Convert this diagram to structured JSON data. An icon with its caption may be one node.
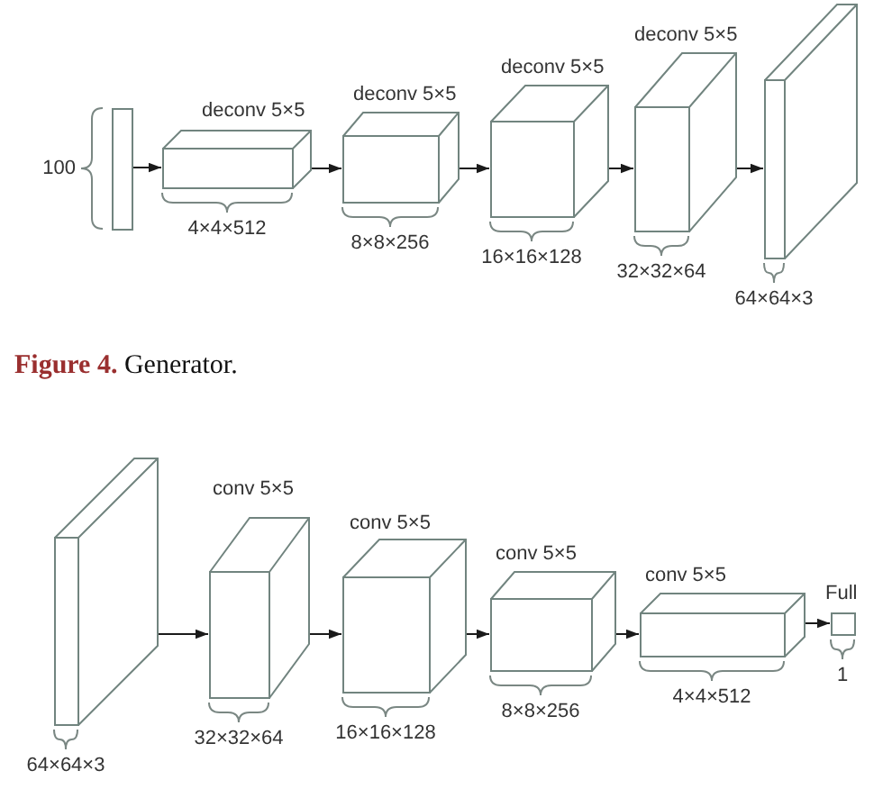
{
  "diagram": {
    "caption": "**Figure 4.** Generator.",
    "nodes": [
      {
        "text": [],
        "shape": "bar",
        "beside": [
          "100"
        ]
      },
      {
        "text": [],
        "shape": "box",
        "beside": [
          "deconv 5×5",
          "4×4×512"
        ]
      },
      {
        "text": [],
        "shape": "box",
        "beside": [
          "deconv 5×5",
          "8×8×256"
        ]
      },
      {
        "text": [],
        "shape": "box",
        "beside": [
          "deconv 5×5",
          "16×16×128"
        ]
      },
      {
        "text": [],
        "shape": "box",
        "beside": [
          "deconv 5×5",
          "32×32×64"
        ]
      },
      {
        "text": [],
        "shape": "box",
        "beside": [
          "64×64×3"
        ]
      },
      {
        "text": [],
        "shape": "box",
        "beside": [
          "64×64×3"
        ]
      },
      {
        "text": [],
        "shape": "box",
        "beside": [
          "conv 5×5",
          "32×32×64"
        ]
      },
      {
        "text": [],
        "shape": "box",
        "beside": [
          "conv 5×5",
          "16×16×128"
        ]
      },
      {
        "text": [],
        "shape": "box",
        "beside": [
          "conv 5×5",
          "8×8×256"
        ]
      },
      {
        "text": [],
        "shape": "box",
        "beside": [
          "conv 5×5",
          "4×4×512"
        ]
      },
      {
        "text": [],
        "shape": "box",
        "beside": [
          "Full",
          "1"
        ]
      }
    ],
    "edges": [
      {
        "from": 0,
        "to": 1,
        "arrow": "to"
      },
      {
        "from": 1,
        "to": 2,
        "arrow": "to"
      },
      {
        "from": 2,
        "to": 3,
        "arrow": "to"
      },
      {
        "from": 3,
        "to": 4,
        "arrow": "to"
      },
      {
        "from": 4,
        "to": 5,
        "arrow": "to"
      },
      {
        "from": 6,
        "to": 7,
        "arrow": "to"
      },
      {
        "from": 7,
        "to": 8,
        "arrow": "to"
      },
      {
        "from": 8,
        "to": 9,
        "arrow": "to"
      },
      {
        "from": 9,
        "to": 10,
        "arrow": "to"
      },
      {
        "from": 10,
        "to": 11,
        "arrow": "to"
      }
    ]
  }
}
